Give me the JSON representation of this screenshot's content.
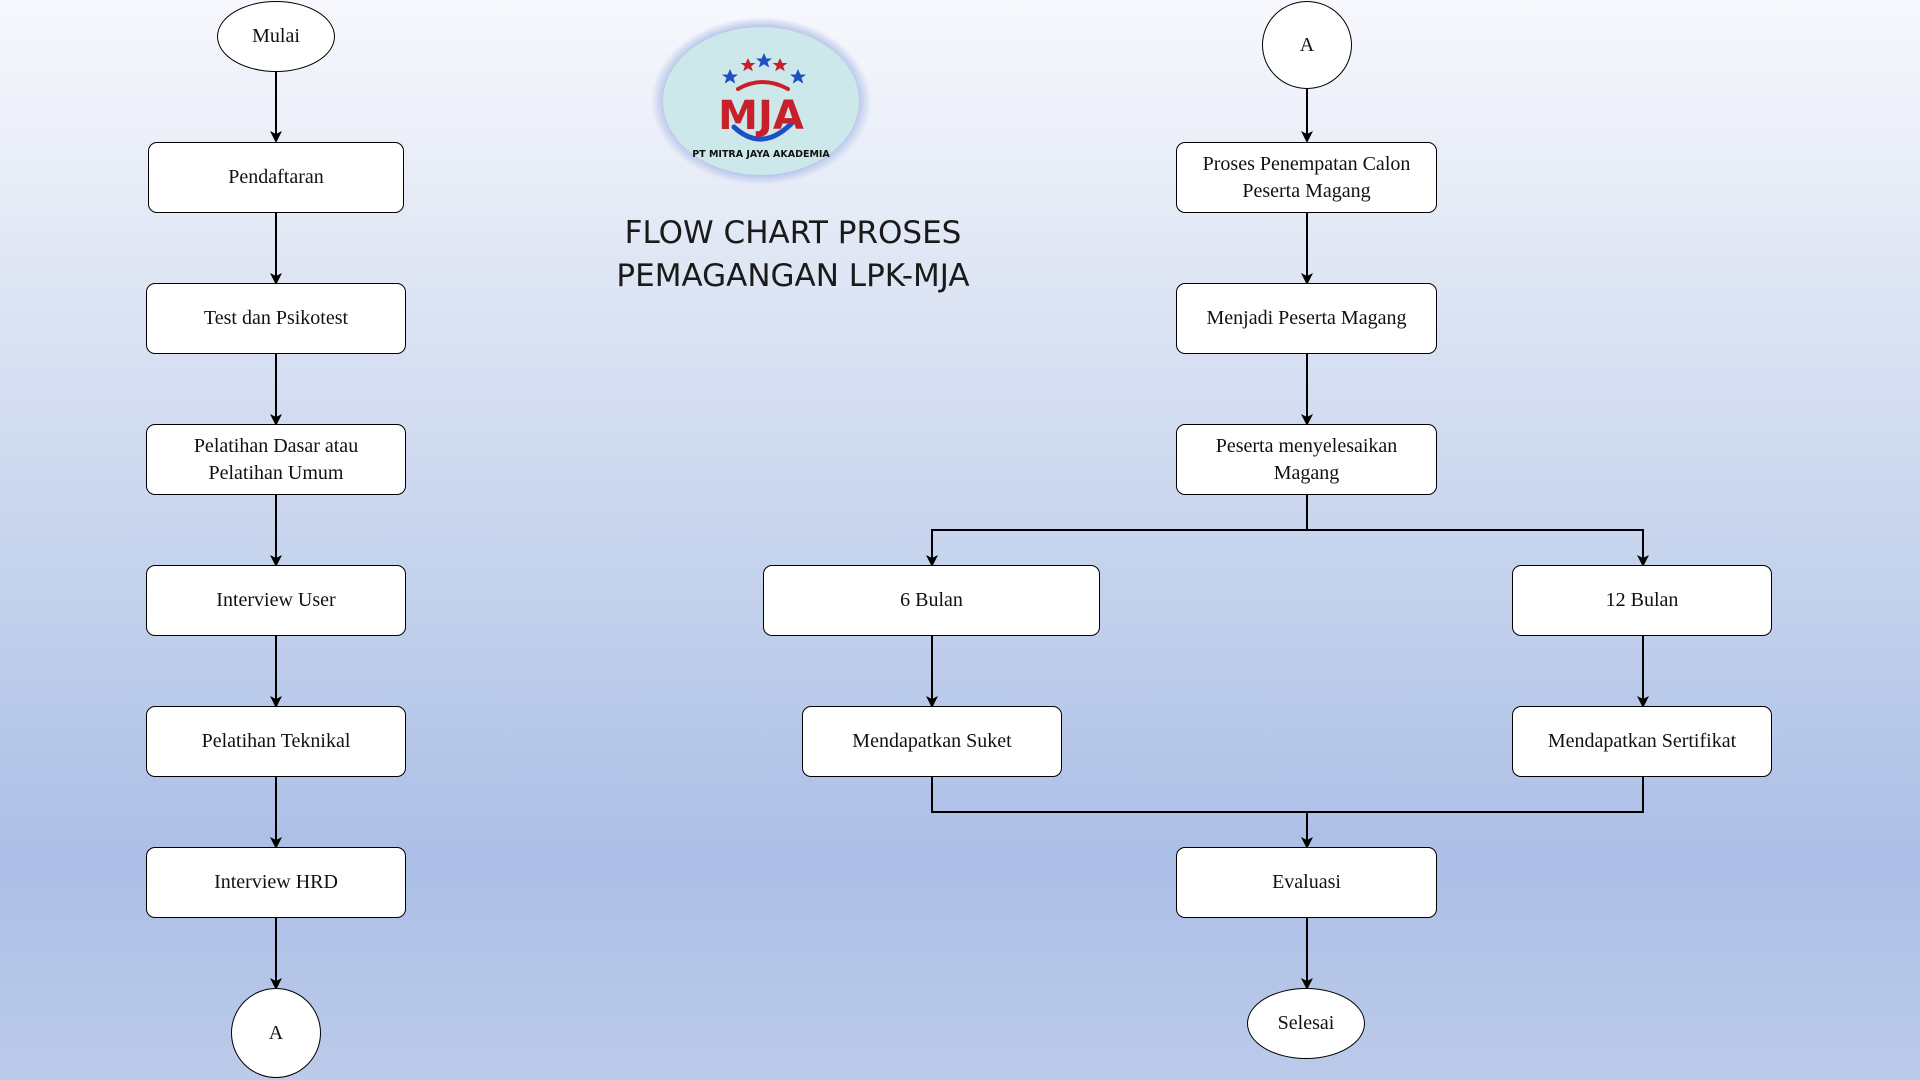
{
  "title": {
    "line1": "FLOW CHART PROSES",
    "line2": "PEMAGANGAN LPK-MJA"
  },
  "logo": {
    "monogram": "MJA",
    "company": "PT MITRA JAYA AKADEMIA",
    "colors": {
      "red": "#c8202a",
      "blue": "#1f4fc4",
      "badge": "#cce8ea"
    }
  },
  "left_column": {
    "start": "Mulai",
    "step1": "Pendaftaran",
    "step2": "Test dan Psikotest",
    "step3_line1": "Pelatihan Dasar atau",
    "step3_line2": "Pelatihan Umum",
    "step4": "Interview User",
    "step5": "Pelatihan Teknikal",
    "step6": "Interview HRD",
    "connector": "A"
  },
  "right_column": {
    "connector": "A",
    "step1_line1": "Proses Penempatan Calon",
    "step1_line2": "Peserta Magang",
    "step2": "Menjadi Peserta Magang",
    "step3_line1": "Peserta menyelesaikan",
    "step3_line2": "Magang",
    "branch_left": "6 Bulan",
    "branch_left_result": "Mendapatkan Suket",
    "branch_right": "12 Bulan",
    "branch_right_result": "Mendapatkan Sertifikat",
    "evaluation": "Evaluasi",
    "end": "Selesai"
  }
}
